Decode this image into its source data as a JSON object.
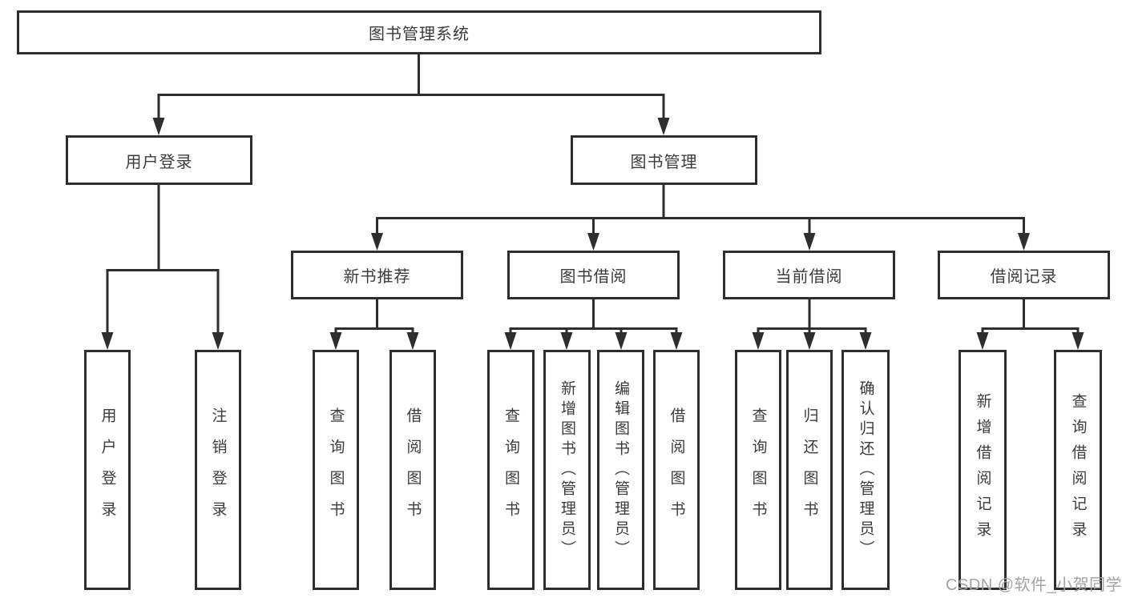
{
  "diagram": {
    "root": "图书管理系统",
    "user_branch": {
      "label": "用户登录",
      "leaves": [
        "用户登录",
        "注销登录"
      ]
    },
    "book_branch": {
      "label": "图书管理",
      "sections": [
        {
          "label": "新书推荐",
          "leaves": [
            "查询图书",
            "借阅图书"
          ]
        },
        {
          "label": "图书借阅",
          "leaves": [
            "查询图书",
            "新增图书（管理员）",
            "编辑图书（管理员）",
            "借阅图书"
          ]
        },
        {
          "label": "当前借阅",
          "leaves": [
            "查询图书",
            "归还图书",
            "确认归还（管理员）"
          ]
        },
        {
          "label": "借阅记录",
          "leaves": [
            "新增借阅记录",
            "查询借阅记录"
          ]
        }
      ]
    }
  },
  "watermark": "CSDN @软件_小贺同学",
  "colors": {
    "line": "#2e2e2e",
    "text": "#3b3b3b",
    "watermark": "#a3a3a3",
    "background": "#ffffff"
  }
}
